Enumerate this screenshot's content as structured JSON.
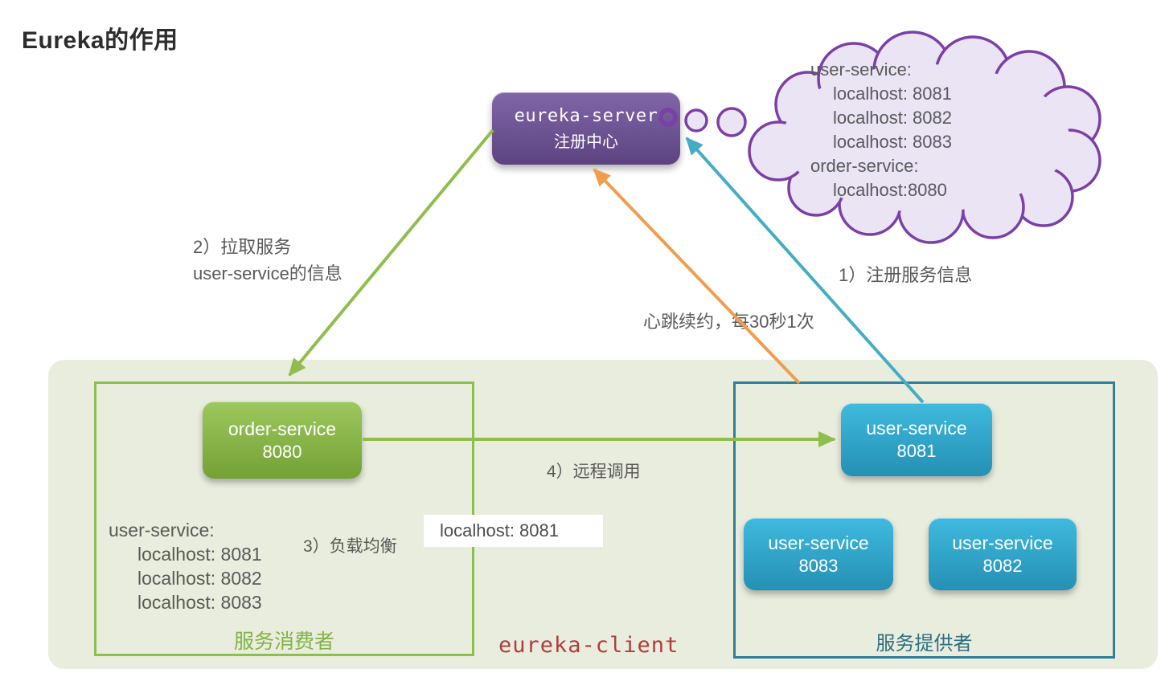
{
  "title": "Eureka的作用",
  "server_box": {
    "name": "eureka-server",
    "subtitle": "注册中心"
  },
  "registry_cloud": {
    "lines": [
      {
        "text": "user-service:",
        "indent": 0
      },
      {
        "text": "localhost: 8081",
        "indent": 1
      },
      {
        "text": "localhost: 8082",
        "indent": 1
      },
      {
        "text": "localhost: 8083",
        "indent": 1
      },
      {
        "text": "order-service:",
        "indent": 0
      },
      {
        "text": "localhost:8080",
        "indent": 1
      }
    ]
  },
  "annotations": {
    "register": "1）注册服务信息",
    "pull_line1": "2）拉取服务",
    "pull_line2": "user-service的信息",
    "heartbeat": "心跳续约，每30秒1次",
    "load_balance": "3）负载均衡",
    "remote_call": "4）远程调用",
    "chosen_instance": "localhost: 8081",
    "client_scope": "eureka-client"
  },
  "consumer": {
    "caption": "服务消费者",
    "service": {
      "name": "order-service",
      "port": "8080"
    },
    "cache_lines": [
      {
        "text": "user-service:",
        "indent": 0
      },
      {
        "text": "localhost: 8081",
        "indent": 1
      },
      {
        "text": "localhost: 8082",
        "indent": 1
      },
      {
        "text": "localhost: 8083",
        "indent": 1
      }
    ]
  },
  "provider": {
    "caption": "服务提供者",
    "services": [
      {
        "name": "user-service",
        "port": "8081"
      },
      {
        "name": "user-service",
        "port": "8083"
      },
      {
        "name": "user-service",
        "port": "8082"
      }
    ]
  },
  "colors": {
    "server_purple": "#6b4f92",
    "cloud_stroke": "#7b3fa6",
    "cloud_fill": "#eae4f5",
    "arrow_green": "#8fbe4d",
    "arrow_orange": "#f09d4d",
    "arrow_teal": "#44adc5",
    "consumer_border": "#8dbf4c",
    "provider_border": "#2e7e9c",
    "client_bg": "#e9edde",
    "consumer_caption": "#82b346",
    "provider_caption": "#2e6f80",
    "client_caption": "#b23c3c",
    "text_gray": "#595959"
  }
}
